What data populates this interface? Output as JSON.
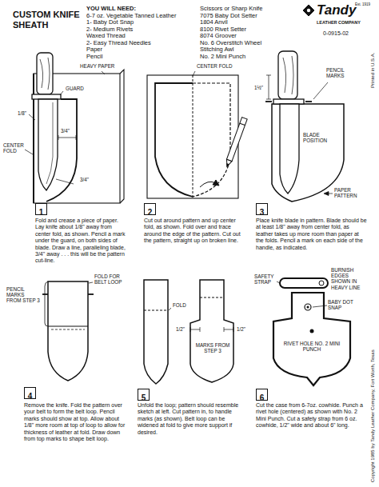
{
  "diagram": {
    "title": "CUSTOM KNIFE SHEATH",
    "nodes": [
      {
        "text": [
          "1"
        ]
      },
      {
        "text": [
          "2"
        ]
      },
      {
        "text": [
          "3"
        ]
      },
      {
        "text": [
          "4"
        ]
      },
      {
        "text": [
          "5"
        ]
      },
      {
        "text": [
          "6"
        ]
      }
    ],
    "labels": [
      "YOU WILL NEED:",
      "6-7 oz. Vegetable Tanned Leather",
      "1- Baby Dot Snap",
      "2- Medium Rivets",
      "Waxed Thread",
      "2- Easy Thread Needles",
      "Paper",
      "Pencil",
      "Scissors or Sharp Knife",
      "7075 Baby Dot Setter",
      "1804 Anvil",
      "8100 Rivet Setter",
      "8074 Groover",
      "No. 6 Overstitch Wheel",
      "Stitching Awl",
      "No. 2 Mini Punch",
      "Est. 1919",
      "Tandy",
      "LEATHER COMPANY",
      "0-0915-02",
      "Printed in U.S.A.",
      "HEAVY PAPER",
      "GUARD",
      "1/8\"",
      "3/4\"",
      "CENTER FOLD",
      "3/4\"",
      "Fold and crease a piece of paper. Lay knife about 1/8\" away from center fold, as shown. Pencil a mark under the guard, on both sides of blade. Draw a line, paralleling blade, 3/4\" away . . . this will be the pattern cut-line.",
      "CENTER FOLD",
      "Cut out around pattern and up center fold, as shown. Fold over and trace around the edge of the pattern. Cut out the pattern, straight up on broken line.",
      "PENCIL MARKS",
      "1½\"",
      "BLADE POSITION",
      "PAPER PATTERN",
      "Place knife blade in pattern. Blade should be at least 1/8\" away from center fold, as leather takes up more room than paper at the folds. Pencil a mark on each side of the handle, as indicated.",
      "PENCIL MARKS FROM STEP 3",
      "FOLD FOR BELT LOOP",
      "Remove the knife. Fold the pattern over your belt to form the belt loop. Pencil marks should show at top. Allow about 1/8\" more room at top of loop to allow for thickness of leather at fold. Draw down from top marks to shape belt loop.",
      "FOLD",
      "1/2\"",
      "1/2\"",
      "MARKS FROM STEP 3",
      "Unfold the loop; pattern should resemble sketch at left. Cut pattern in, to handle marks (as shown). Belt loop can be widened at fold to give more support if desired.",
      "SAFETY STRAP",
      "BURNISH EDGES SHOWN IN HEAVY LINE",
      "BABY DOT SNAP",
      "RIVET HOLE NO. 2 MINI PUNCH",
      "Cut the case from 6-7oz. cowhide. Punch a rivet hole (centered) as shown with No. 2 Mini Punch. Cut a safety strap from 6 oz. cowhide, 1/2\" wide and about 6\" long.",
      "Copyright 1985 by Tandy Leather Company, Fort Worth, Texas"
    ]
  }
}
